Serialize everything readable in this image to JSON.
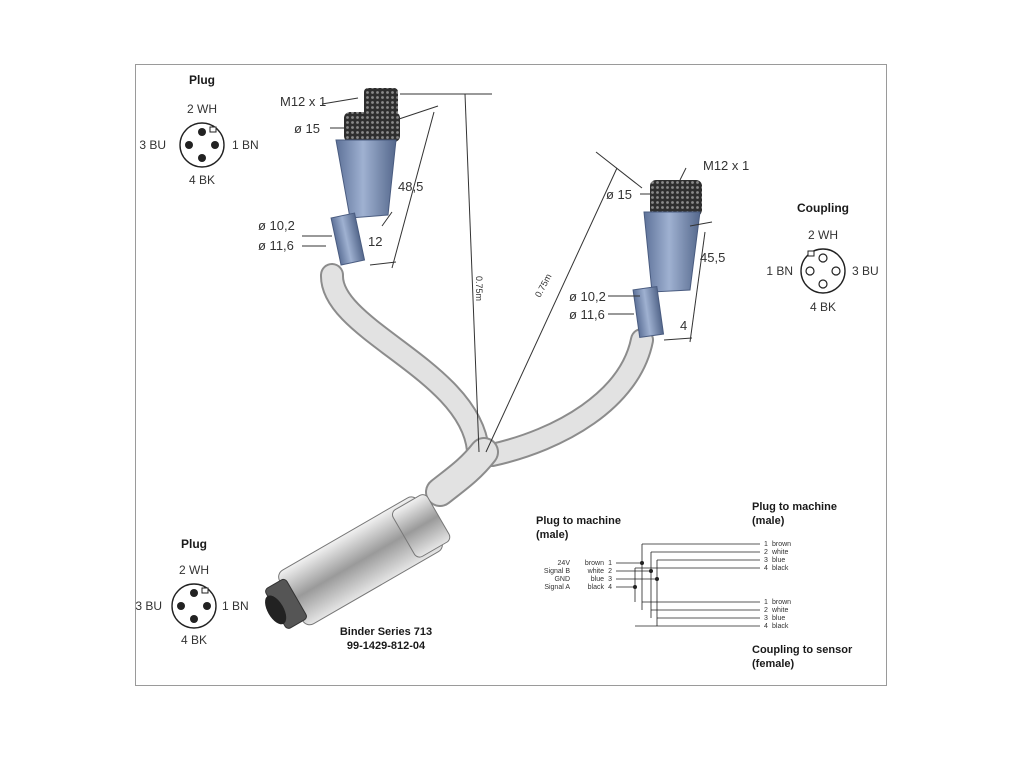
{
  "plug_top": {
    "title": "Plug",
    "pin_top": "2 WH",
    "pin_left": "3 BU",
    "pin_right": "1 BN",
    "pin_bottom": "4 BK"
  },
  "coupling": {
    "title": "Coupling",
    "pin_top": "2 WH",
    "pin_left": "1 BN",
    "pin_right": "3 BU",
    "pin_bottom": "4 BK"
  },
  "plug_bottom": {
    "title": "Plug",
    "pin_top": "2 WH",
    "pin_left": "3 BU",
    "pin_right": "1 BN",
    "pin_bottom": "4 BK"
  },
  "left_connector": {
    "thread": "M12 x 1",
    "d_head": "ø 15",
    "d_body_1": "ø 10,2",
    "d_body_2": "ø 11,6",
    "length": "48,5",
    "tail": "12",
    "cable_length": "0.75m"
  },
  "right_connector": {
    "thread": "M12 x 1",
    "d_head": "ø 15",
    "d_body_1": "ø 10,2",
    "d_body_2": "ø 11,6",
    "length": "45,5",
    "tail": "4",
    "cable_length": "0.75m"
  },
  "product": {
    "name": "Binder Series 713",
    "part_number": "99-1429-812-04"
  },
  "wiring": {
    "source_title_1": "Plug to machine",
    "source_title_2": "(male)",
    "out1_title_1": "Plug to machine",
    "out1_title_2": "(male)",
    "out2_title_1": "Coupling to sensor",
    "out2_title_2": "(female)",
    "source_pins": [
      {
        "signal": "24V",
        "color": "brown",
        "num": "1"
      },
      {
        "signal": "Signal B",
        "color": "white",
        "num": "2"
      },
      {
        "signal": "GND",
        "color": "blue",
        "num": "3"
      },
      {
        "signal": "Signal A",
        "color": "black",
        "num": "4"
      }
    ],
    "out1_pins": [
      {
        "num": "1",
        "color": "brown"
      },
      {
        "num": "2",
        "color": "white"
      },
      {
        "num": "3",
        "color": "blue"
      },
      {
        "num": "4",
        "color": "black"
      }
    ],
    "out2_pins": [
      {
        "num": "1",
        "color": "brown"
      },
      {
        "num": "2",
        "color": "white"
      },
      {
        "num": "3",
        "color": "blue"
      },
      {
        "num": "4",
        "color": "black"
      }
    ]
  },
  "colors": {
    "connector_blue": "#7e93b8",
    "cable_gray": "#d8d8d8",
    "knurl": "#3a3a3a"
  }
}
